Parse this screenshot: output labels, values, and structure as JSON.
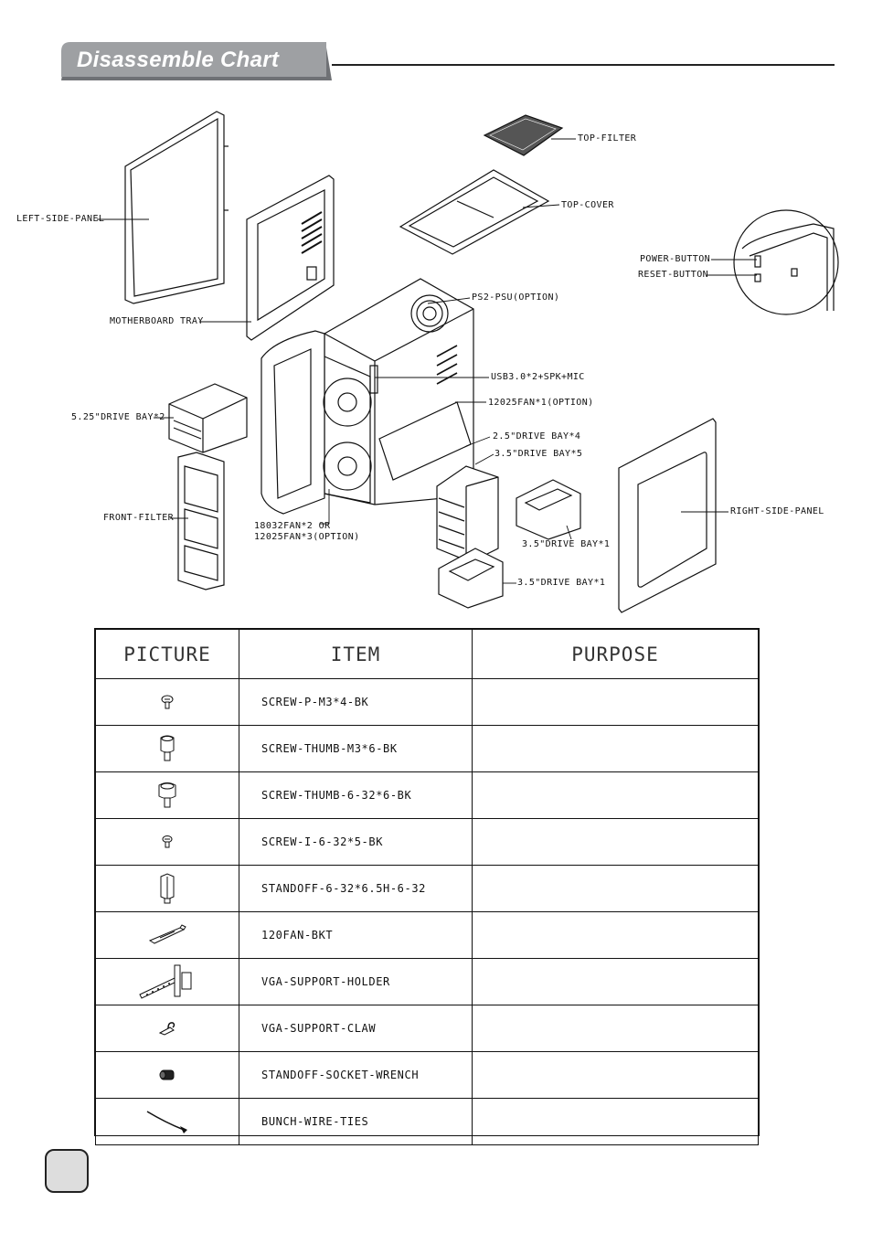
{
  "header": {
    "title": "Disassemble Chart"
  },
  "diagram_labels": {
    "left_side_panel": "LEFT-SIDE-PANEL",
    "motherboard_tray": "MOTHERBOARD TRAY",
    "drive_bay_525": "5.25\"DRIVE BAY*2",
    "front_filter": "FRONT-FILTER",
    "fan_front_1": "18032FAN*2 OR",
    "fan_front_2": "12025FAN*3(OPTION)",
    "top_filter": "TOP-FILTER",
    "top_cover": "TOP-COVER",
    "power_button": "POWER-BUTTON",
    "reset_button": "RESET-BUTTON",
    "ps2_psu": "PS2-PSU(OPTION)",
    "usb_panel": "USB3.0*2+SPK+MIC",
    "rear_fan": "12025FAN*1(OPTION)",
    "drive_bay_25": "2.5\"DRIVE BAY*4",
    "drive_bay_35_5": "3.5\"DRIVE BAY*5",
    "drive_bay_35_1a": "3.5\"DRIVE BAY*1",
    "drive_bay_35_1b": "3.5\"DRIVE BAY*1",
    "right_side_panel": "RIGHT-SIDE-PANEL"
  },
  "parts_table": {
    "headers": {
      "picture": "PICTURE",
      "item": "ITEM",
      "purpose": "PURPOSE"
    },
    "rows": [
      {
        "icon": "screw-icon",
        "item": "SCREW-P-M3*4-BK",
        "purpose": ""
      },
      {
        "icon": "thumb-screw-icon",
        "item": "SCREW-THUMB-M3*6-BK",
        "purpose": ""
      },
      {
        "icon": "thumb-screw-icon",
        "item": "SCREW-THUMB-6-32*6-BK",
        "purpose": ""
      },
      {
        "icon": "screw-icon",
        "item": "SCREW-I-6-32*5-BK",
        "purpose": ""
      },
      {
        "icon": "standoff-icon",
        "item": "STANDOFF-6-32*6.5H-6-32",
        "purpose": ""
      },
      {
        "icon": "fan-bracket-icon",
        "item": "120FAN-BKT",
        "purpose": ""
      },
      {
        "icon": "vga-holder-icon",
        "item": "VGA-SUPPORT-HOLDER",
        "purpose": ""
      },
      {
        "icon": "vga-claw-icon",
        "item": "VGA-SUPPORT-CLAW",
        "purpose": ""
      },
      {
        "icon": "socket-wrench-icon",
        "item": "STANDOFF-SOCKET-WRENCH",
        "purpose": ""
      },
      {
        "icon": "wire-tie-icon",
        "item": "BUNCH-WIRE-TIES",
        "purpose": ""
      }
    ]
  },
  "colors": {
    "title_tab": "#9ea0a3",
    "title_tab_shadow": "#6f7175",
    "page_badge": "#dddddd"
  }
}
